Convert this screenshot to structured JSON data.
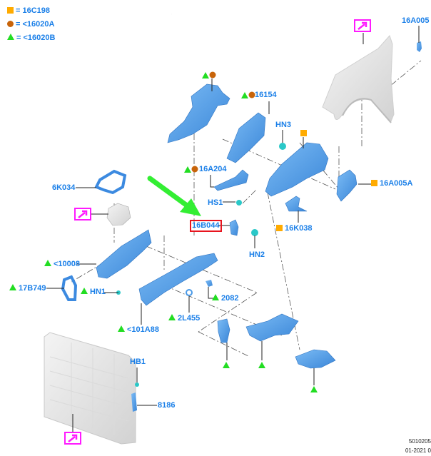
{
  "legend": [
    {
      "symbol": "square-orange",
      "text": "= 16C198"
    },
    {
      "symbol": "circle-brown",
      "text": "= <16020A"
    },
    {
      "symbol": "triangle-green",
      "text": "= <16020B"
    }
  ],
  "callouts": {
    "c16A005": "16A005",
    "c16154": "16154",
    "cHN3": "HN3",
    "c16A204": "16A204",
    "c6K034": "6K034",
    "cHS1": "HS1",
    "c16A005A": "16A005A",
    "c16B044": "16B044",
    "c16K038": "16K038",
    "cHN2": "HN2",
    "c10008": "<10008",
    "c17B749": "17B749",
    "cHN1": "HN1",
    "c2082": "2082",
    "c2L455": "2L455",
    "c101A88": "<101A88",
    "cHB1": "HB1",
    "c8186": "8186"
  },
  "highlighted_part": "16B044",
  "footer": {
    "line1": "5010205",
    "line2": "01-2021 0"
  },
  "colors": {
    "callout_text": "#1a7fe8",
    "part_blue": "#4a9ae8",
    "link_magenta": "#ff1aff",
    "pointer_arrow": "#33ee33",
    "highlight_red": "#e8141e",
    "square_orange": "#ffab00",
    "circle_brown": "#c8640a",
    "triangle_green": "#22dd22"
  }
}
